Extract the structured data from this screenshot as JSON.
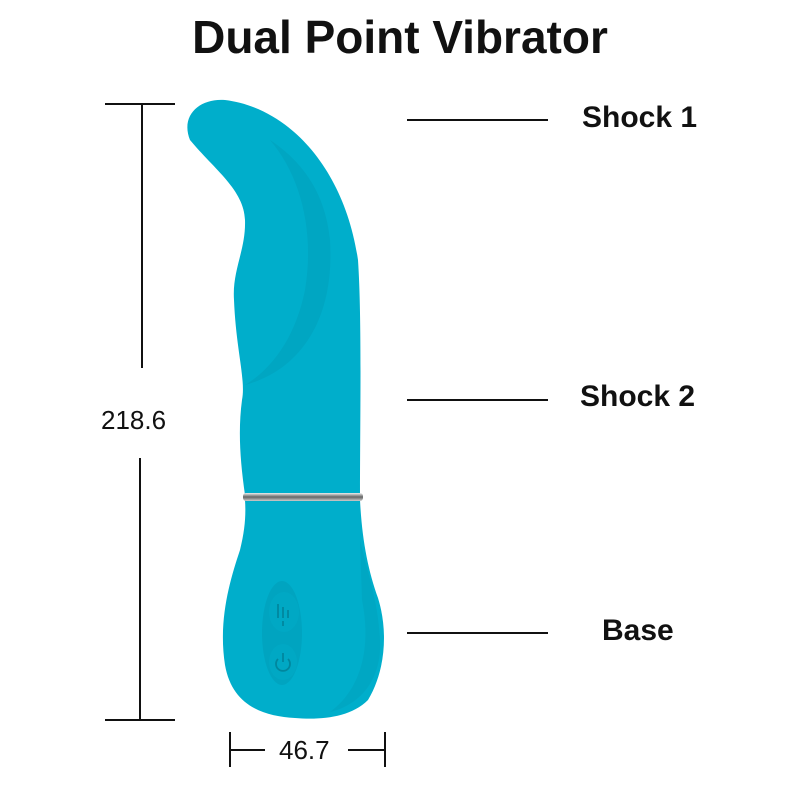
{
  "title": "Dual Point Vibrator",
  "labels": {
    "shock1": "Shock 1",
    "shock2": "Shock 2",
    "base": "Base"
  },
  "dimensions": {
    "height": "218.6",
    "width": "46.7"
  },
  "colors": {
    "product": "#00AECB",
    "product_shade": "#0098B3"
  }
}
